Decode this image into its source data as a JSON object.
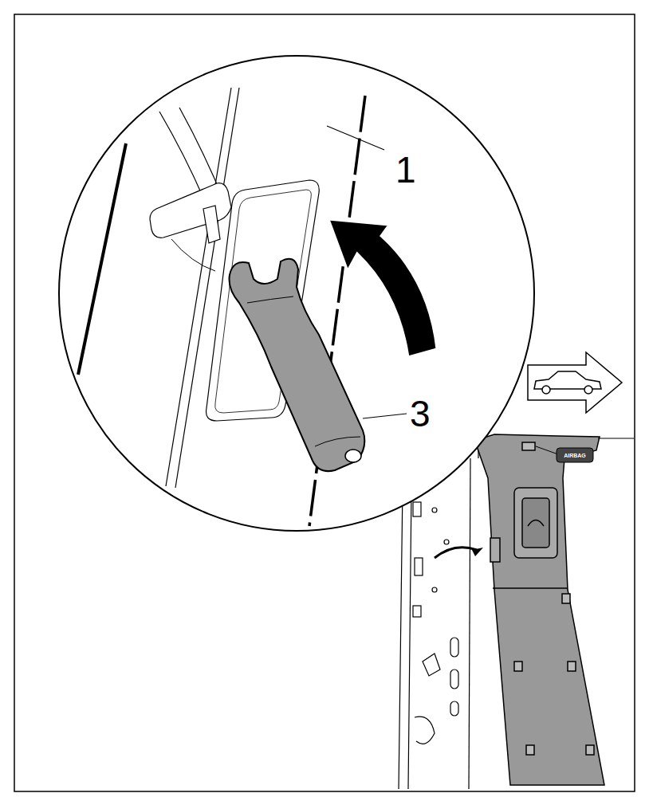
{
  "diagram": {
    "labels": [
      "1",
      "3",
      "AIRBAG"
    ]
  }
}
